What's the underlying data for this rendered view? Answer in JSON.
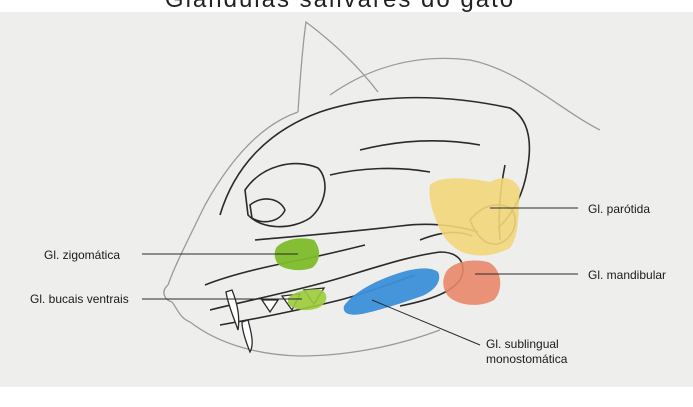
{
  "heading_partial": "Glândulas salivares do gato",
  "labels": {
    "parotida": "Gl. parótida",
    "mandibular": "Gl. mandibular",
    "zigomatica": "Gl. zigomática",
    "bucais": "Gl. bucais ventrais",
    "sublingual_line1": "Gl. sublingual",
    "sublingual_line2": "monostomática"
  },
  "colors": {
    "parotida": "#f2d67a",
    "mandibular": "#e9876a",
    "zigomatica": "#7dbb2a",
    "bucais": "#9acb3a",
    "sublingual": "#3a8fd8",
    "outline": "#2a2a2a",
    "skin": "#9a9a9a"
  }
}
